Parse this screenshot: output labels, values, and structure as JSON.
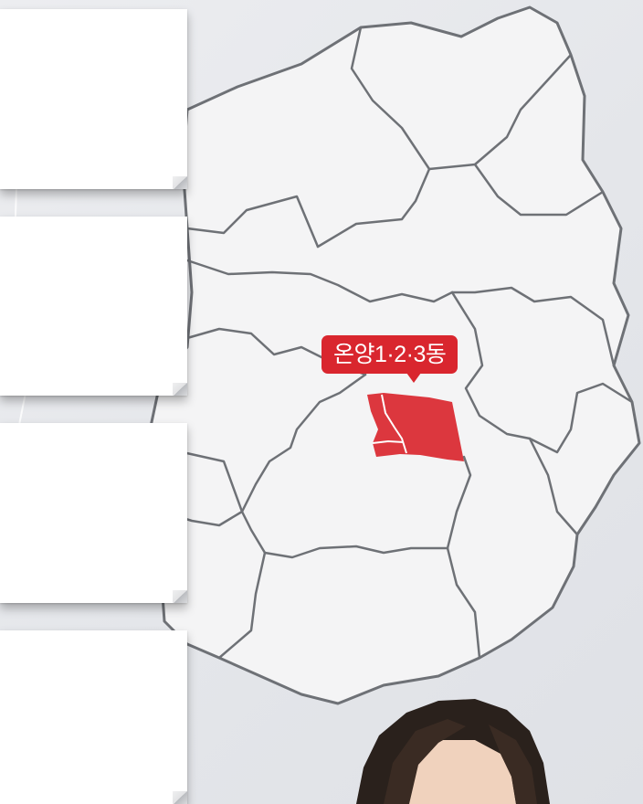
{
  "map": {
    "highlighted_district": "온양1·2·3동",
    "highlight_color": "#d9262e",
    "region_fill_color": "#f4f4f5",
    "border_color": "#6e7176"
  },
  "side_panels": [
    {
      "id": "panel-1"
    },
    {
      "id": "panel-2"
    },
    {
      "id": "panel-3"
    },
    {
      "id": "panel-4"
    }
  ]
}
